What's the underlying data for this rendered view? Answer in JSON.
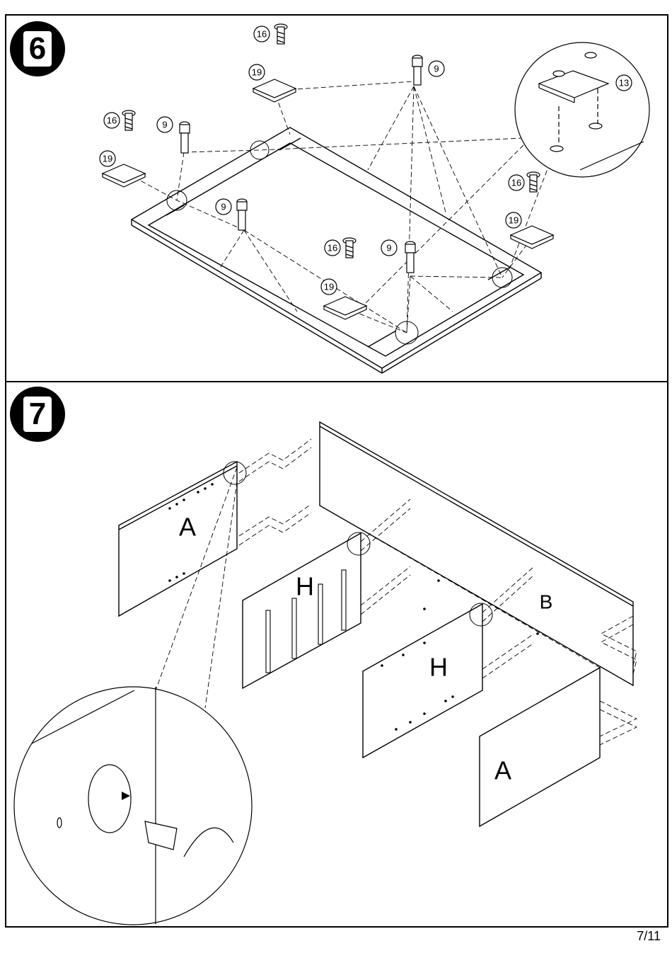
{
  "steps": [
    {
      "number": "6",
      "part_labels": {
        "screw": "16",
        "glide_pad": "19",
        "cam_bolt": "9",
        "connector": "13"
      }
    },
    {
      "number": "7",
      "panel_labels": {
        "side_left": "A",
        "divider_1": "H",
        "divider_2": "H",
        "back": "B",
        "side_right": "A"
      }
    }
  ],
  "page_number": "7/11"
}
